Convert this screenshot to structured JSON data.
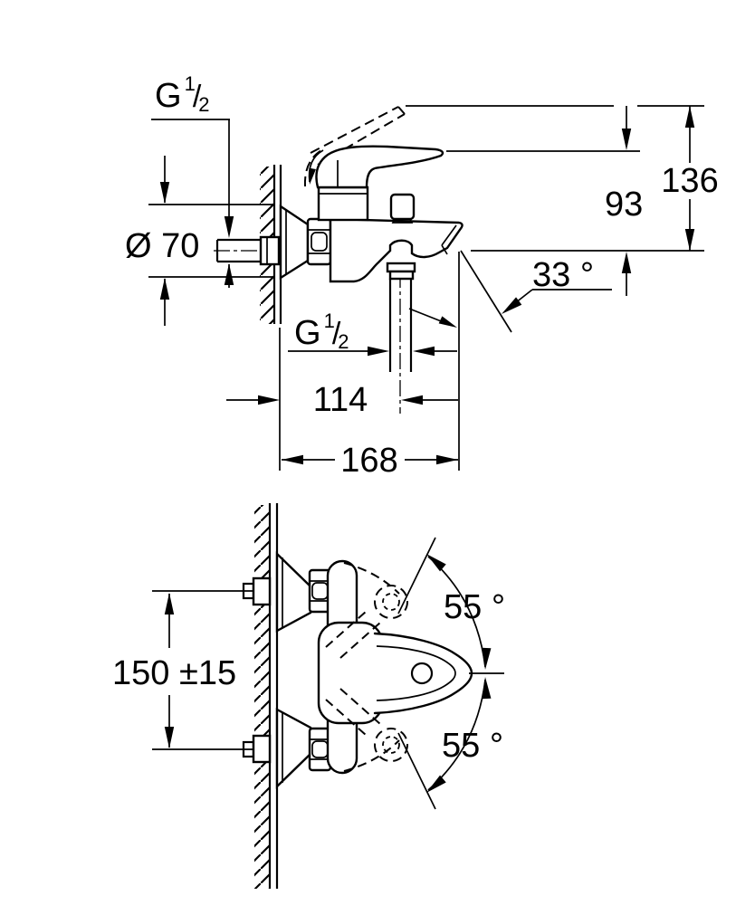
{
  "drawing": {
    "kind": "technical-dimension-drawing",
    "subject": "wall-mounted single-lever bath shower mixer",
    "units": "mm",
    "ink": "#000000",
    "paper": "#ffffff"
  },
  "side_view": {
    "inlet_thread": {
      "g": "G",
      "num": "1",
      "slash": "/",
      "den": "2"
    },
    "shower_thread": {
      "g": "G",
      "num": "1",
      "slash": "/",
      "den": "2"
    },
    "escutcheon_dia": "Ø 70",
    "h_spout_to_lever": "93",
    "h_spout_to_lever_raised": "136",
    "spout_angle": "33 °",
    "w_wall_to_outlet": "114",
    "w_wall_to_spout": "168"
  },
  "plan_view": {
    "inlet_spacing": "150 ±15",
    "swing_up": "55 °",
    "swing_down": "55 °"
  }
}
